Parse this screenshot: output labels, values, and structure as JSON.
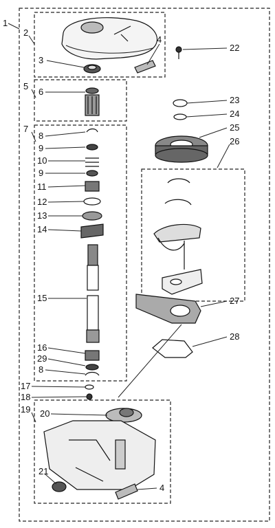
{
  "callouts": {
    "c1": "1",
    "c2": "2",
    "c3": "3",
    "c4a": "4",
    "c4b": "4",
    "c5": "5",
    "c6": "6",
    "c7": "7",
    "c8a": "8",
    "c8b": "8",
    "c9a": "9",
    "c9b": "9",
    "c10": "10",
    "c11": "11",
    "c12": "12",
    "c13": "13",
    "c14": "14",
    "c15": "15",
    "c16": "16",
    "c17": "17",
    "c18": "18",
    "c19": "19",
    "c20": "20",
    "c21": "21",
    "c22": "22",
    "c23": "23",
    "c24": "24",
    "c25": "25",
    "c26": "26",
    "c27": "27",
    "c28": "28",
    "c29": "29"
  }
}
